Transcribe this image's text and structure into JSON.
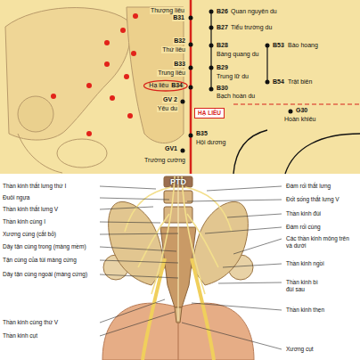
{
  "diagram": {
    "nodes": [
      {
        "text": [
          "Hạ liêu",
          "B34"
        ]
      },
      {
        "text": [
          "HẠ LIÊU"
        ]
      }
    ],
    "labels": [
      "Thượng liêu",
      "B31",
      "B26",
      "Quan nguyên du",
      "B27",
      "Tiểu trường du",
      "B32",
      "Thứ liêu",
      "B28",
      "Bàng quang du",
      "B53",
      "Bào hoang",
      "B33",
      "Trung liêu",
      "B29",
      "Trung lữ du",
      "B54",
      "Trật biên",
      "B30",
      "Bạch hoàn du",
      "GV 2",
      "Yêu du",
      "G30",
      "Hoàn khiêu",
      "B35",
      "Hội dương",
      "GV1",
      "Trường cường",
      "PTD",
      "Thần kinh thắt lưng thứ I",
      "Đuôi ngựa",
      "Thần kinh thắt lưng V",
      "Thần kinh cùng I",
      "Xương cùng (cắt bỏ)",
      "Dây tận cùng trong (màng mềm)",
      "Tận cùng của túi màng cứng",
      "Dây tận cùng ngoài (màng cứng)",
      "Thần kinh cùng thứ V",
      "Thần kinh cụt",
      "Đám rối thắt lưng",
      "Đốt sống thắt lưng V",
      "Thần kinh đùi",
      "Đám rối cùng",
      "Các thần kinh mông trên và dưới",
      "Thần kinh ngồi",
      "Thần kinh bì đùi sau",
      "Thần kinh thẹn",
      "Xương cụt"
    ]
  }
}
